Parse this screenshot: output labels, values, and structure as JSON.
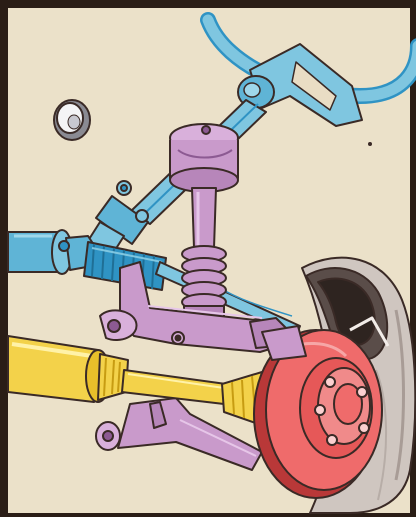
{
  "illustration": {
    "kind": "cutaway drawing of front suspension and steering linkage",
    "colors": {
      "paper": "#e9ddc4",
      "frame": "#2a1d16",
      "steering_blue": "#7fc6e0",
      "steering_blue_dark": "#2f93c4",
      "suspension_purple": "#c99acb",
      "suspension_purple_dark": "#8c5a92",
      "driveshaft_yellow": "#f3d24a",
      "driveshaft_yellow_dark": "#c79c12",
      "hub_red": "#ef6b6b",
      "hub_red_dark": "#b93838",
      "tire_grey": "#cfc6c0",
      "tire_dark": "#5a4d49",
      "outline": "#3a2a26"
    },
    "parts": [
      "steering-wheel",
      "steering-column",
      "steering-universal-joint",
      "steering-rack",
      "coil-spring-strut",
      "upper-control-arm",
      "lower-control-arm",
      "drive-shaft",
      "cv-joint-boot",
      "brake-disc-hub",
      "tire",
      "grease-cap"
    ]
  }
}
